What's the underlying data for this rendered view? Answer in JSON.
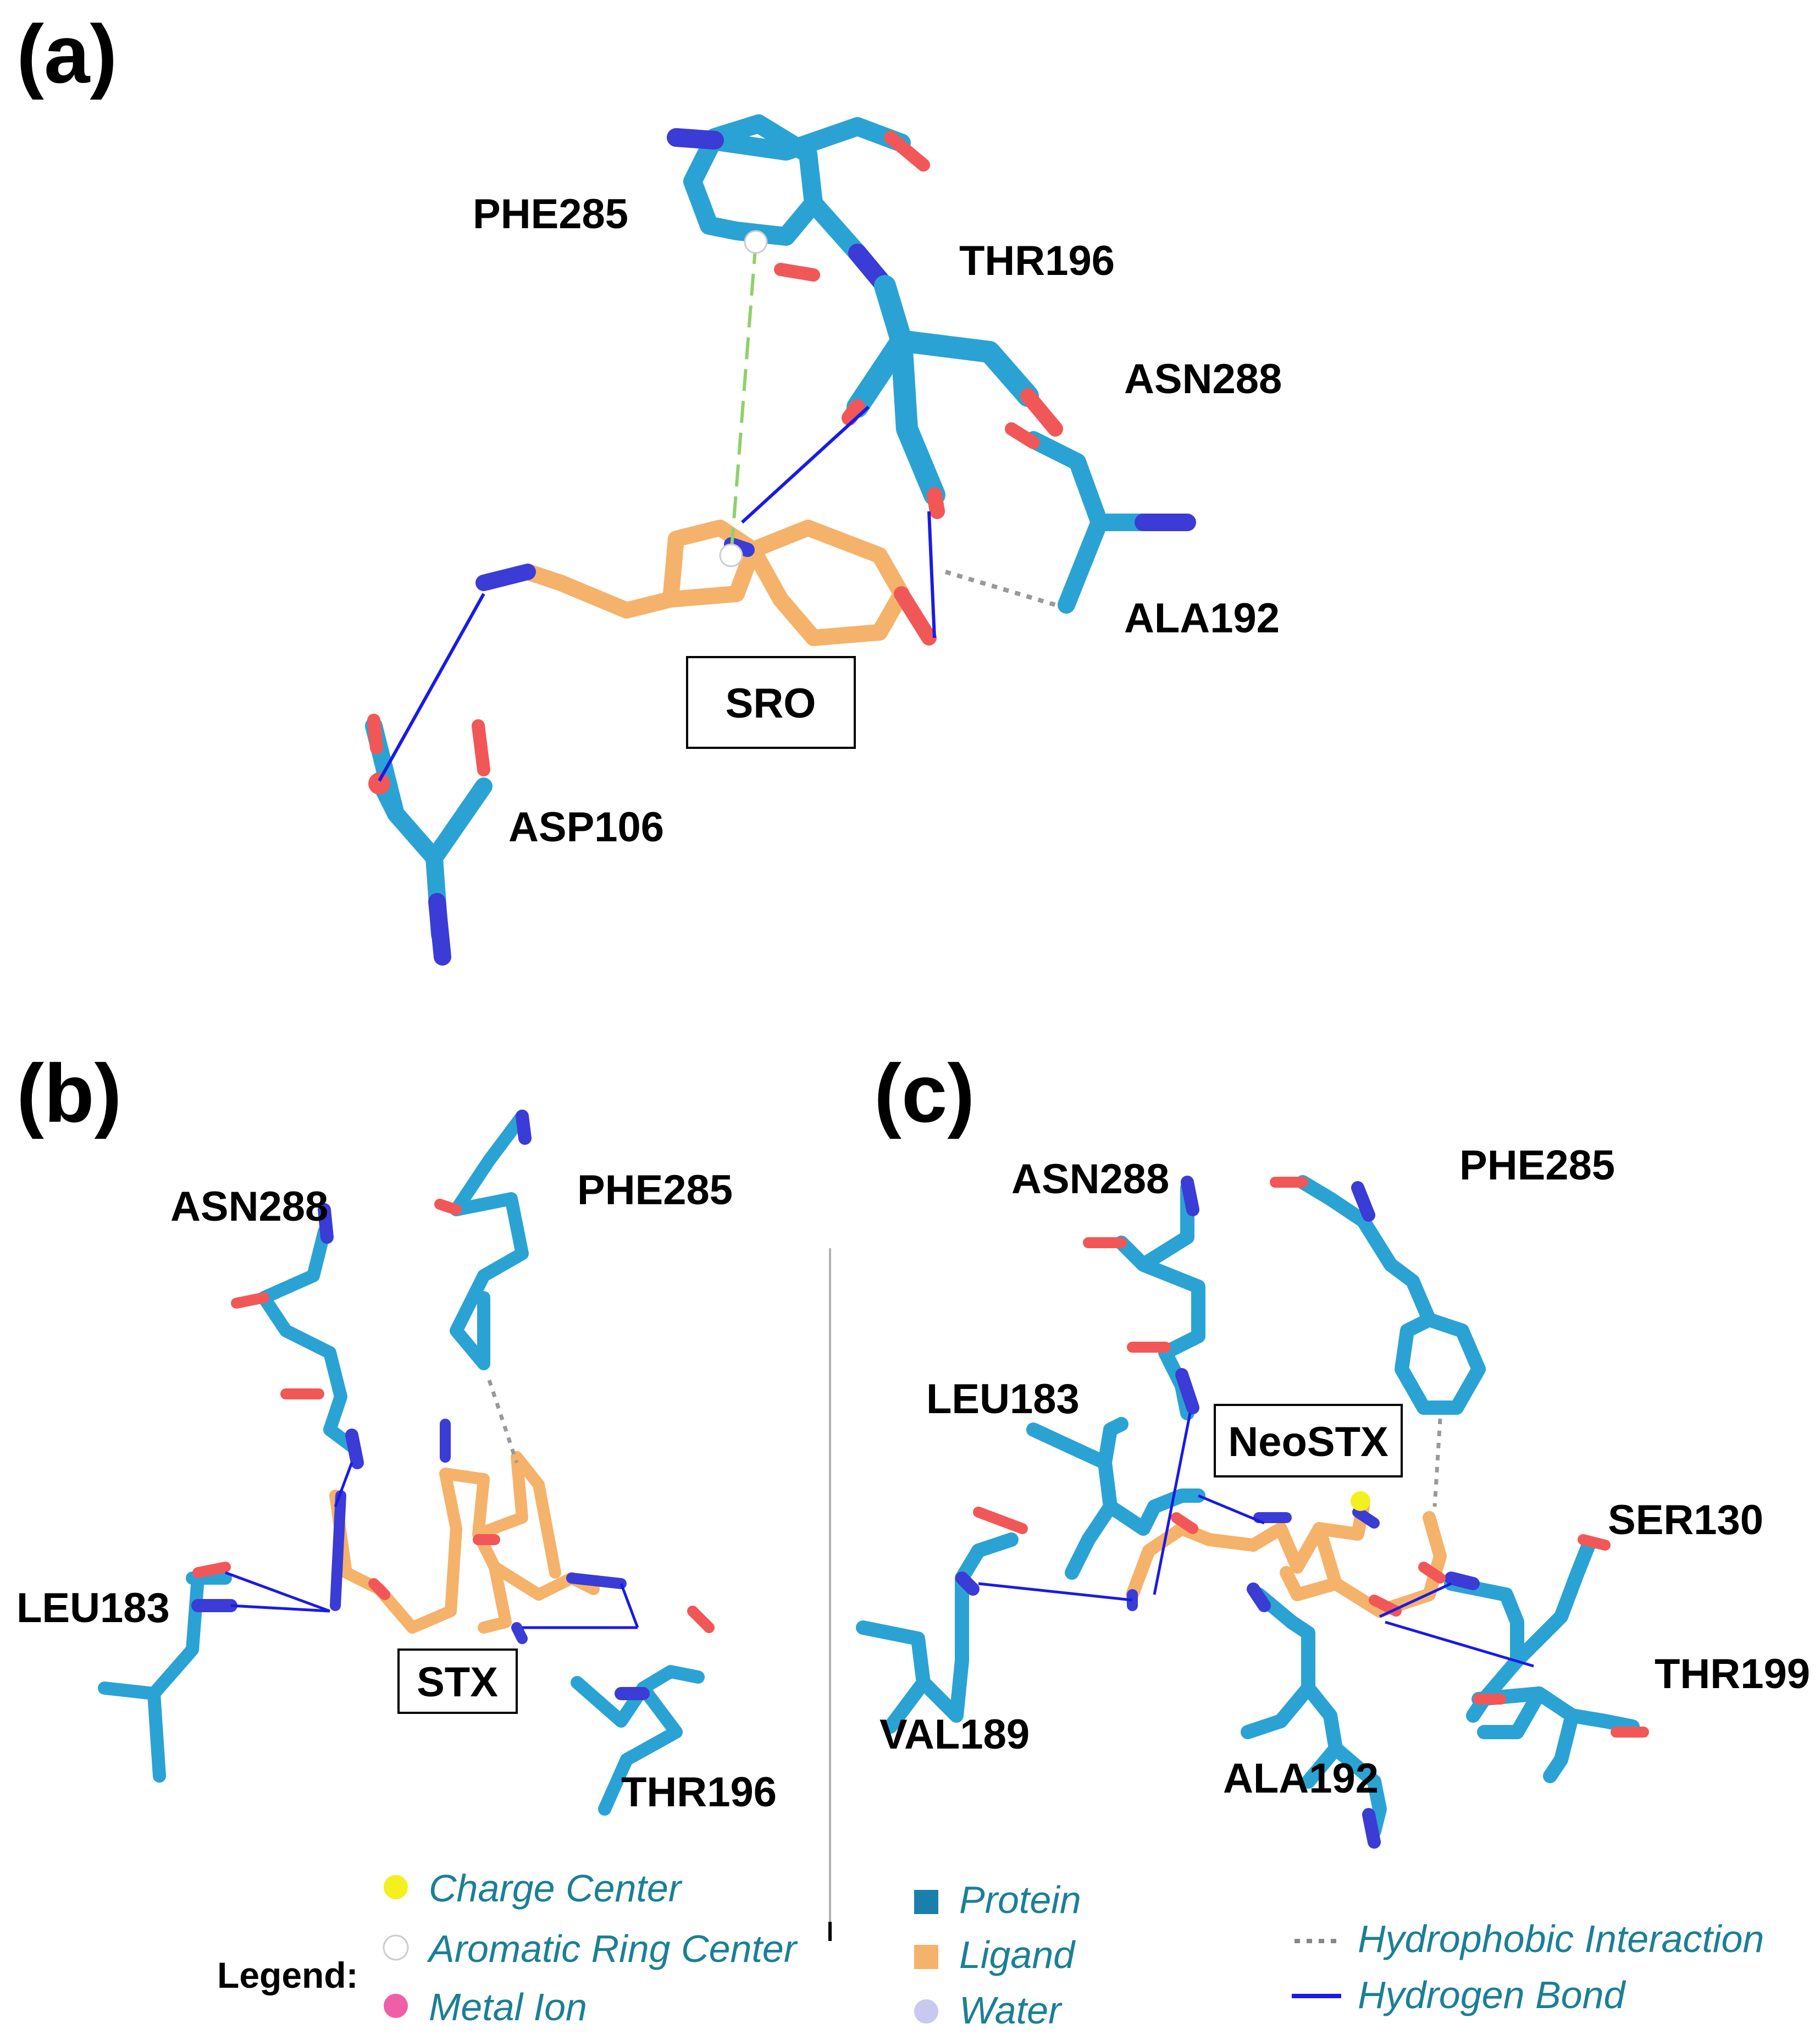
{
  "panels": {
    "a": {
      "label": "(a)",
      "ligand": "SRO",
      "residues": [
        "PHE285",
        "THR196",
        "ASN288",
        "ALA192",
        "ASP106"
      ]
    },
    "b": {
      "label": "(b)",
      "ligand": "STX",
      "residues": [
        "ASN288",
        "PHE285",
        "LEU183",
        "THR196"
      ]
    },
    "c": {
      "label": "(c)",
      "ligand": "NeoSTX",
      "residues": [
        "ASN288",
        "PHE285",
        "LEU183",
        "SER130",
        "THR199",
        "VAL189",
        "ALA192"
      ]
    }
  },
  "legend": {
    "title": "Legend:",
    "items": [
      {
        "label": "Charge Center",
        "icon": "yellow-dot",
        "color": "#f4ef1e"
      },
      {
        "label": "Aromatic Ring Center",
        "icon": "white-dot",
        "color": "#ffffff"
      },
      {
        "label": "Metal Ion",
        "icon": "pink-dot",
        "color": "#ee5fa8"
      },
      {
        "label": "Protein",
        "icon": "blue-square",
        "color": "#1b7fab"
      },
      {
        "label": "Ligand",
        "icon": "orange-square",
        "color": "#f5b26b"
      },
      {
        "label": "Water",
        "icon": "lavender-dot",
        "color": "#c8c8f0"
      },
      {
        "label": "Hydrophobic Interaction",
        "icon": "dotted-line",
        "color": "#888888"
      },
      {
        "label": "Hydrogen Bond",
        "icon": "solid-line",
        "color": "#1a1ae6"
      }
    ]
  },
  "colors": {
    "protein": "#2aa3d4",
    "ligand": "#f5b26b",
    "oxygen": "#f25757",
    "nitrogen": "#3b3bd6",
    "hbond": "#1a1ae6",
    "hydrophobic": "#999999",
    "pistack": "#8fd16a"
  }
}
